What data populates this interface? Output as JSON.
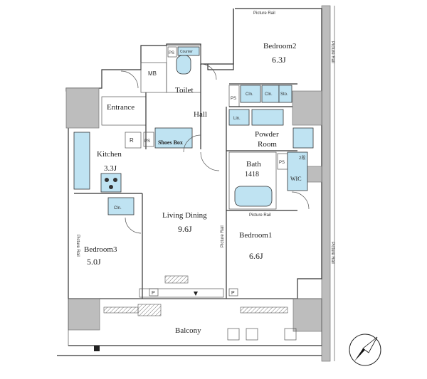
{
  "rooms": {
    "bedroom2": {
      "name": "Bedroom2",
      "size": "6.3J"
    },
    "toilet": {
      "name": "Toilet"
    },
    "entrance": {
      "name": "Entrance"
    },
    "hall": {
      "name": "Hall"
    },
    "mb": {
      "name": "MB"
    },
    "kitchen": {
      "name": "Kitchen",
      "size": "3.3J"
    },
    "powder_room": {
      "name": "Powder\nRoom",
      "line1": "Powder",
      "line2": "Room"
    },
    "bath": {
      "name": "Bath",
      "size": "1418"
    },
    "wic": {
      "name": "WIC"
    },
    "living_dining": {
      "name": "Living Dining",
      "size": "9.6J"
    },
    "bedroom1": {
      "name": "Bedroom1",
      "size": "6.6J"
    },
    "bedroom3": {
      "name": "Bedroom3",
      "size": "5.0J"
    },
    "balcony": {
      "name": "Balcony"
    }
  },
  "labels": {
    "picture_rail_top": "Picture Rail",
    "picture_rail_bath": "Picture Rail",
    "picture_rail_left": "Picture Rail",
    "picture_rail_right": "Picture Rail",
    "picture_rail_side1": "Picture Rail",
    "picture_rail_side2": "Picture Rail",
    "shoes_box": "Shoes Box",
    "counter": "Counter",
    "cln": "Cln.",
    "cln_2": "Cln.",
    "sto": "Sto.",
    "lin": "Lin.",
    "ps": "PS",
    "r": "R",
    "p": "P",
    "wc_box": "2段"
  },
  "colors": {
    "fixture": "#bfe3f2",
    "wall": "#c9c9c9",
    "line": "#333333"
  }
}
